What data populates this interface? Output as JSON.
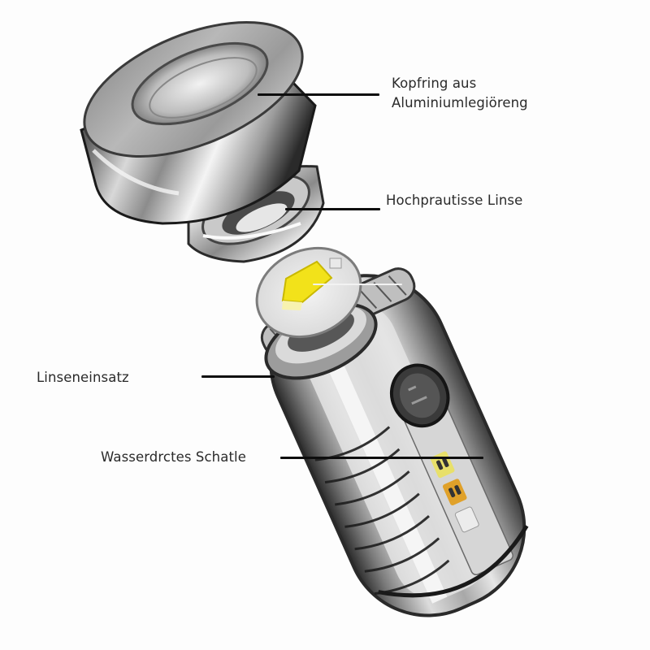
{
  "diagram": {
    "type": "exploded-view product diagram",
    "subject": "keychain flashlight",
    "background_color": "#fdfdfd",
    "label_color": "#2a2a2a",
    "leader_color": "#0e0e0e",
    "led_color": "#f2e21a",
    "indicator_led_colors": [
      "#e8e06a",
      "#e0a12a"
    ],
    "labels": [
      {
        "id": "head-ring",
        "line1": "Kopfring aus",
        "line2": "Aluminiumlegiöreng",
        "points_to": "aluminium head ring"
      },
      {
        "id": "lens",
        "line1": "Hochprautisse Linse",
        "points_to": "clear optical lens"
      },
      {
        "id": "led-board",
        "line1": "",
        "points_to": "LED emitter board"
      },
      {
        "id": "lens-insert",
        "line1": "Linseneinsatz",
        "points_to": "lens insert"
      },
      {
        "id": "switch",
        "line1": "Wasserdrctes Schatle",
        "points_to": "waterproof switch"
      }
    ]
  }
}
